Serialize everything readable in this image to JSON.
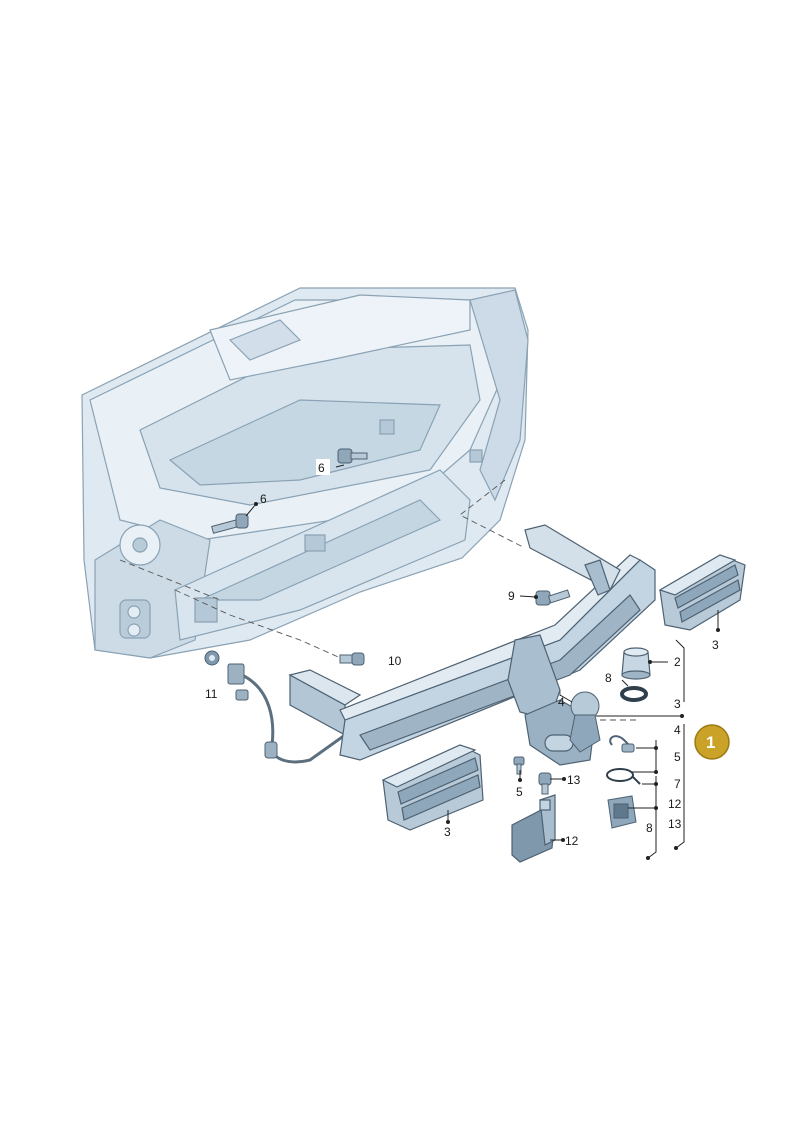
{
  "callouts": {
    "bolt_6_upper": "6",
    "bolt_6_lower": "6",
    "bolt_9": "9",
    "bolt_10": "10",
    "harness_11": "11",
    "bracket_3_right": "3",
    "bracket_3_left": "3",
    "cap_2": "2",
    "ring_8": "8",
    "ball_4": "4",
    "screw_5": "5",
    "bolt_13": "13",
    "plate_12": "12"
  },
  "legend_column": {
    "col_a": [
      "3",
      "4",
      "5",
      "7",
      "12",
      "13"
    ],
    "col_b": [
      "8"
    ]
  },
  "badge": {
    "label": "1",
    "color": "#c9a227"
  },
  "colors": {
    "part_fill": "#cfdde8",
    "part_shade": "#a9bfd0",
    "part_dark": "#7f98ab",
    "outline": "#5b6f7f"
  }
}
